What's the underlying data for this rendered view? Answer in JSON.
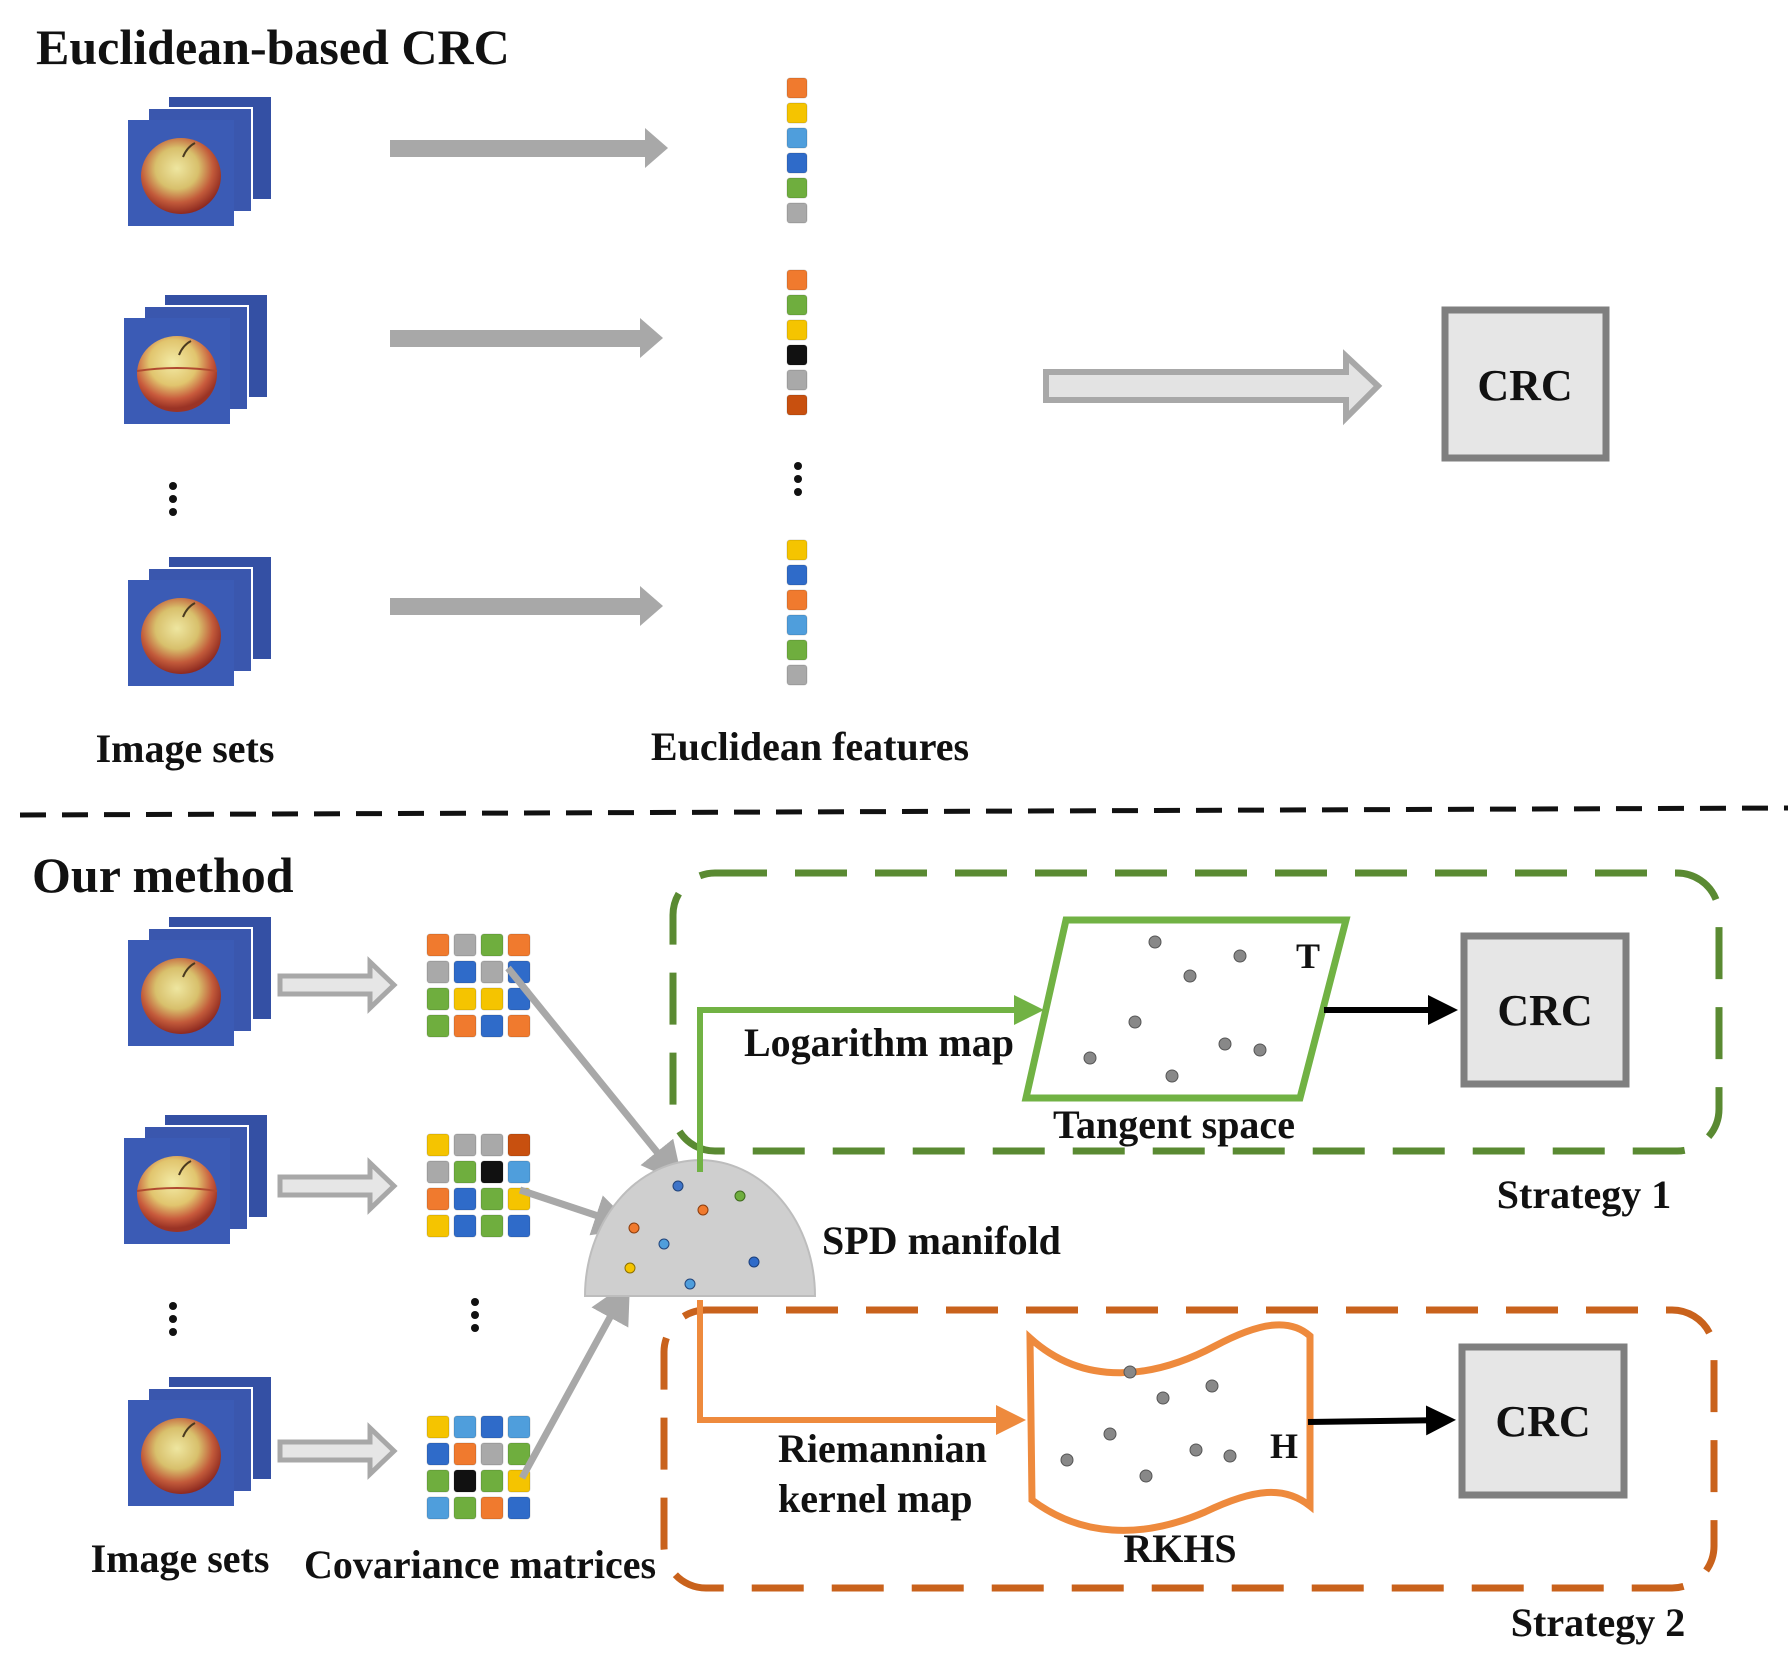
{
  "top": {
    "title": "Euclidean-based CRC",
    "image_sets_label": "Image sets",
    "features_label": "Euclidean features",
    "crc_label": "CRC",
    "feature_vectors": [
      [
        "orange",
        "yellow",
        "lightblue",
        "blue",
        "green",
        "gray"
      ],
      [
        "orange",
        "green",
        "yellow",
        "black",
        "gray",
        "rust"
      ],
      [
        "yellow",
        "blue",
        "orange",
        "lightblue",
        "green",
        "gray"
      ]
    ]
  },
  "bottom": {
    "title": "Our method",
    "image_sets_label": "Image sets",
    "covariance_label": "Covariance matrices",
    "manifold_label": "SPD manifold",
    "strategy1": {
      "label": "Strategy 1",
      "map_label": "Logarithm map",
      "space_label": "Tangent space",
      "space_symbol": "T",
      "crc_label": "CRC"
    },
    "strategy2": {
      "label": "Strategy 2",
      "map_label_line1": "Riemannian",
      "map_label_line2": "kernel map",
      "space_label": "RKHS",
      "space_symbol": "H",
      "crc_label": "CRC"
    },
    "covariance_matrices": [
      [
        "orange",
        "gray",
        "green",
        "orange",
        "gray",
        "blue",
        "gray",
        "blue",
        "green",
        "yellow",
        "yellow",
        "blue",
        "green",
        "orange",
        "blue",
        "orange"
      ],
      [
        "yellow",
        "gray",
        "gray",
        "rust",
        "gray",
        "green",
        "black",
        "lightblue",
        "orange",
        "blue",
        "green",
        "yellow",
        "yellow",
        "blue",
        "green",
        "blue"
      ],
      [
        "yellow",
        "lightblue",
        "blue",
        "lightblue",
        "blue",
        "orange",
        "gray",
        "green",
        "green",
        "black",
        "green",
        "yellow",
        "lightblue",
        "green",
        "orange",
        "blue"
      ]
    ]
  },
  "colors": {
    "orange": "#F07A2E",
    "yellow": "#F5C400",
    "lightblue": "#4F9EDC",
    "blue": "#2F6BC9",
    "green": "#6FAE3E",
    "gray": "#A9A9A9",
    "black": "#111111",
    "rust": "#C8500F",
    "strategy1_border": "#5A8A32",
    "strategy2_border": "#C9621C",
    "tangent_green": "#71B244",
    "rkhs_orange": "#EE8A3D",
    "arrow_gray": "#A8A8A8",
    "crc_fill": "#E6E6E6",
    "crc_border": "#7F7F7F"
  },
  "icons": {
    "image_set": "apple-image-stack-icon",
    "vertical_ellipsis": "vertical-ellipsis-icon"
  }
}
